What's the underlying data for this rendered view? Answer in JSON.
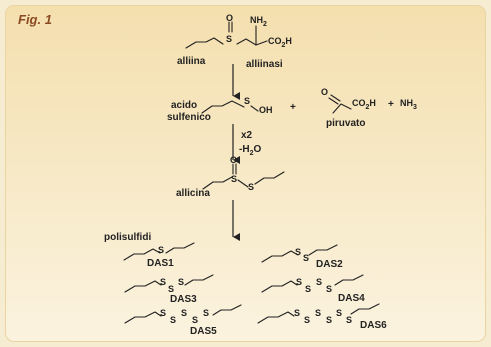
{
  "figure": {
    "title": "Fig. 1",
    "alliin_label": "alliina",
    "enzyme_label": "alliinasi",
    "sulfenic_label_1": "acido",
    "sulfenic_label_2": "sulfenico",
    "plus_1": "+",
    "plus_2": "+",
    "nh3": "NH3",
    "pyruvate_label": "piruvato",
    "step2_cond_1": "x2",
    "step2_cond_2": "-H2O",
    "allicin_label": "allicina",
    "polysulfide_label": "polisulfidi",
    "das": [
      "DAS1",
      "DAS2",
      "DAS3",
      "DAS4",
      "DAS5",
      "DAS6"
    ],
    "atoms": {
      "O": "O",
      "S": "S",
      "NH2": "NH2",
      "CO2H": "CO2H",
      "OH": "OH"
    }
  },
  "colors": {
    "background": "#f6ecd2",
    "panel_top": "#f4dfae",
    "panel_bottom": "#fbf3df",
    "title": "#8a4b22",
    "ink": "#222222"
  },
  "icons": [
    "reaction-arrow-icon"
  ]
}
